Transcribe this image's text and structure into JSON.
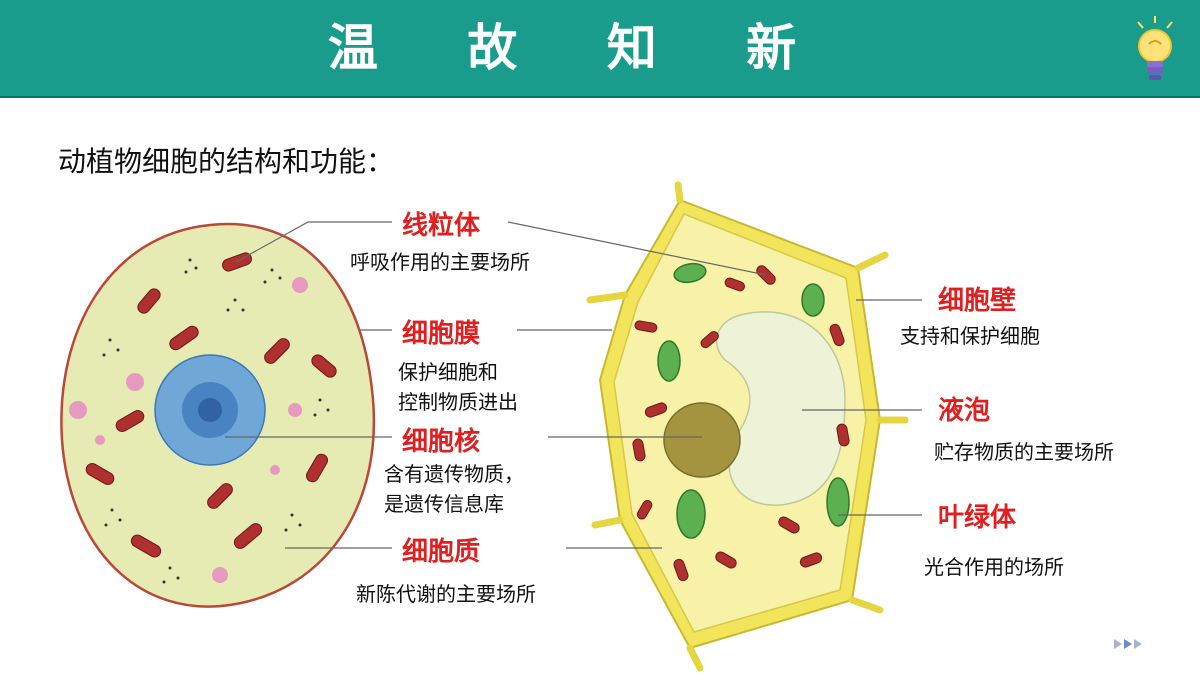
{
  "header": {
    "title": "温 故 知 新",
    "accent": "#1a9c8c"
  },
  "subtitle": "动植物细胞的结构和功能：",
  "labels": {
    "mitochondria": {
      "name": "线粒体",
      "desc": "呼吸作用的主要场所"
    },
    "membrane": {
      "name": "细胞膜",
      "desc1": "保护细胞和",
      "desc2": "控制物质进出"
    },
    "nucleus": {
      "name": "细胞核",
      "desc1": "含有遗传物质，",
      "desc2": "是遗传信息库"
    },
    "cytoplasm": {
      "name": "细胞质",
      "desc": "新陈代谢的主要场所"
    },
    "wall": {
      "name": "细胞壁",
      "desc": "支持和保护细胞"
    },
    "vacuole": {
      "name": "液泡",
      "desc": "贮存物质的主要场所"
    },
    "chloroplast": {
      "name": "叶绿体",
      "desc": "光合作用的场所"
    }
  },
  "icons": {
    "bulb": "lightbulb-icon",
    "nav": "next-slide-icon"
  },
  "colors": {
    "label_red": "#e02020",
    "cytoplasm": "#e5eab0",
    "plant_wall": "#f2e55c"
  }
}
